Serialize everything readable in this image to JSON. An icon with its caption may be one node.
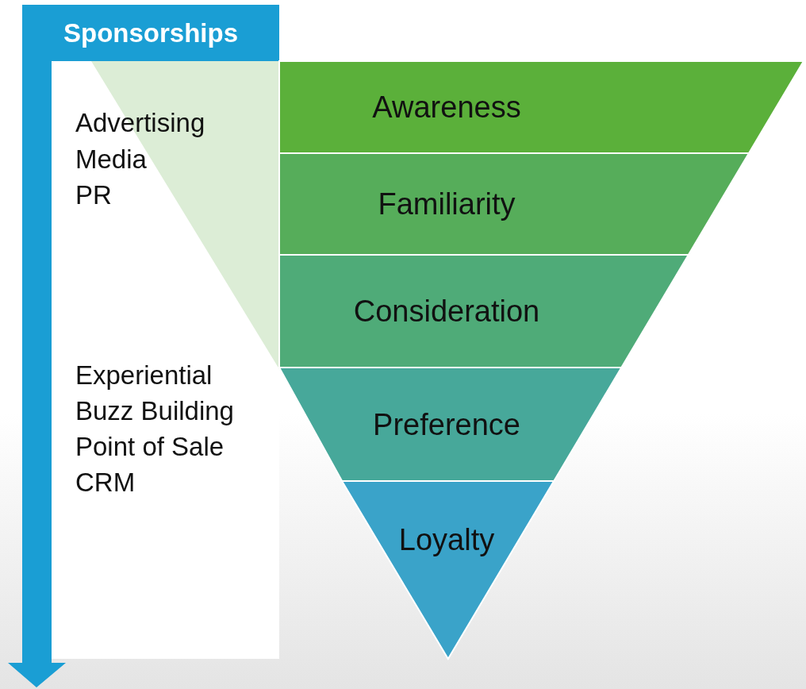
{
  "diagram": {
    "nodes": [
      {
        "text": [
          "Sponsorships"
        ]
      },
      {
        "text": [
          "Awareness"
        ]
      },
      {
        "text": [
          "Familiarity"
        ]
      },
      {
        "text": [
          "Consideration"
        ]
      },
      {
        "text": [
          "Preference"
        ]
      },
      {
        "text": [
          "Loyalty"
        ]
      }
    ],
    "labels": [
      "Advertising",
      "Media",
      "PR",
      "Experiential",
      "Buzz Building",
      "Point of Sale",
      "CRM"
    ]
  }
}
